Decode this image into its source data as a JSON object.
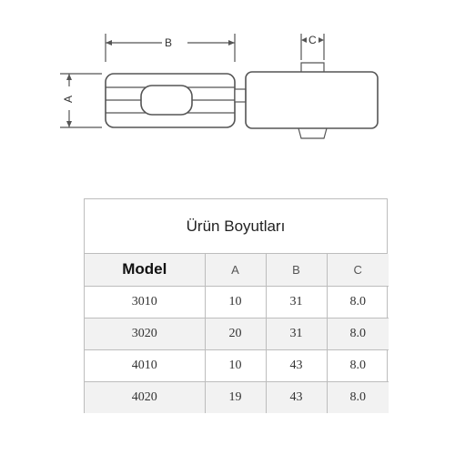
{
  "drawing": {
    "dim_a": "A",
    "dim_b": "B",
    "dim_c": "C"
  },
  "table": {
    "title": "Ürün Boyutları",
    "headers": [
      "Model",
      "A",
      "B",
      "C"
    ],
    "rows": [
      [
        "3010",
        "10",
        "31",
        "8.0"
      ],
      [
        "3020",
        "20",
        "31",
        "8.0"
      ],
      [
        "4010",
        "10",
        "43",
        "8.0"
      ],
      [
        "4020",
        "19",
        "43",
        "8.0"
      ]
    ]
  }
}
